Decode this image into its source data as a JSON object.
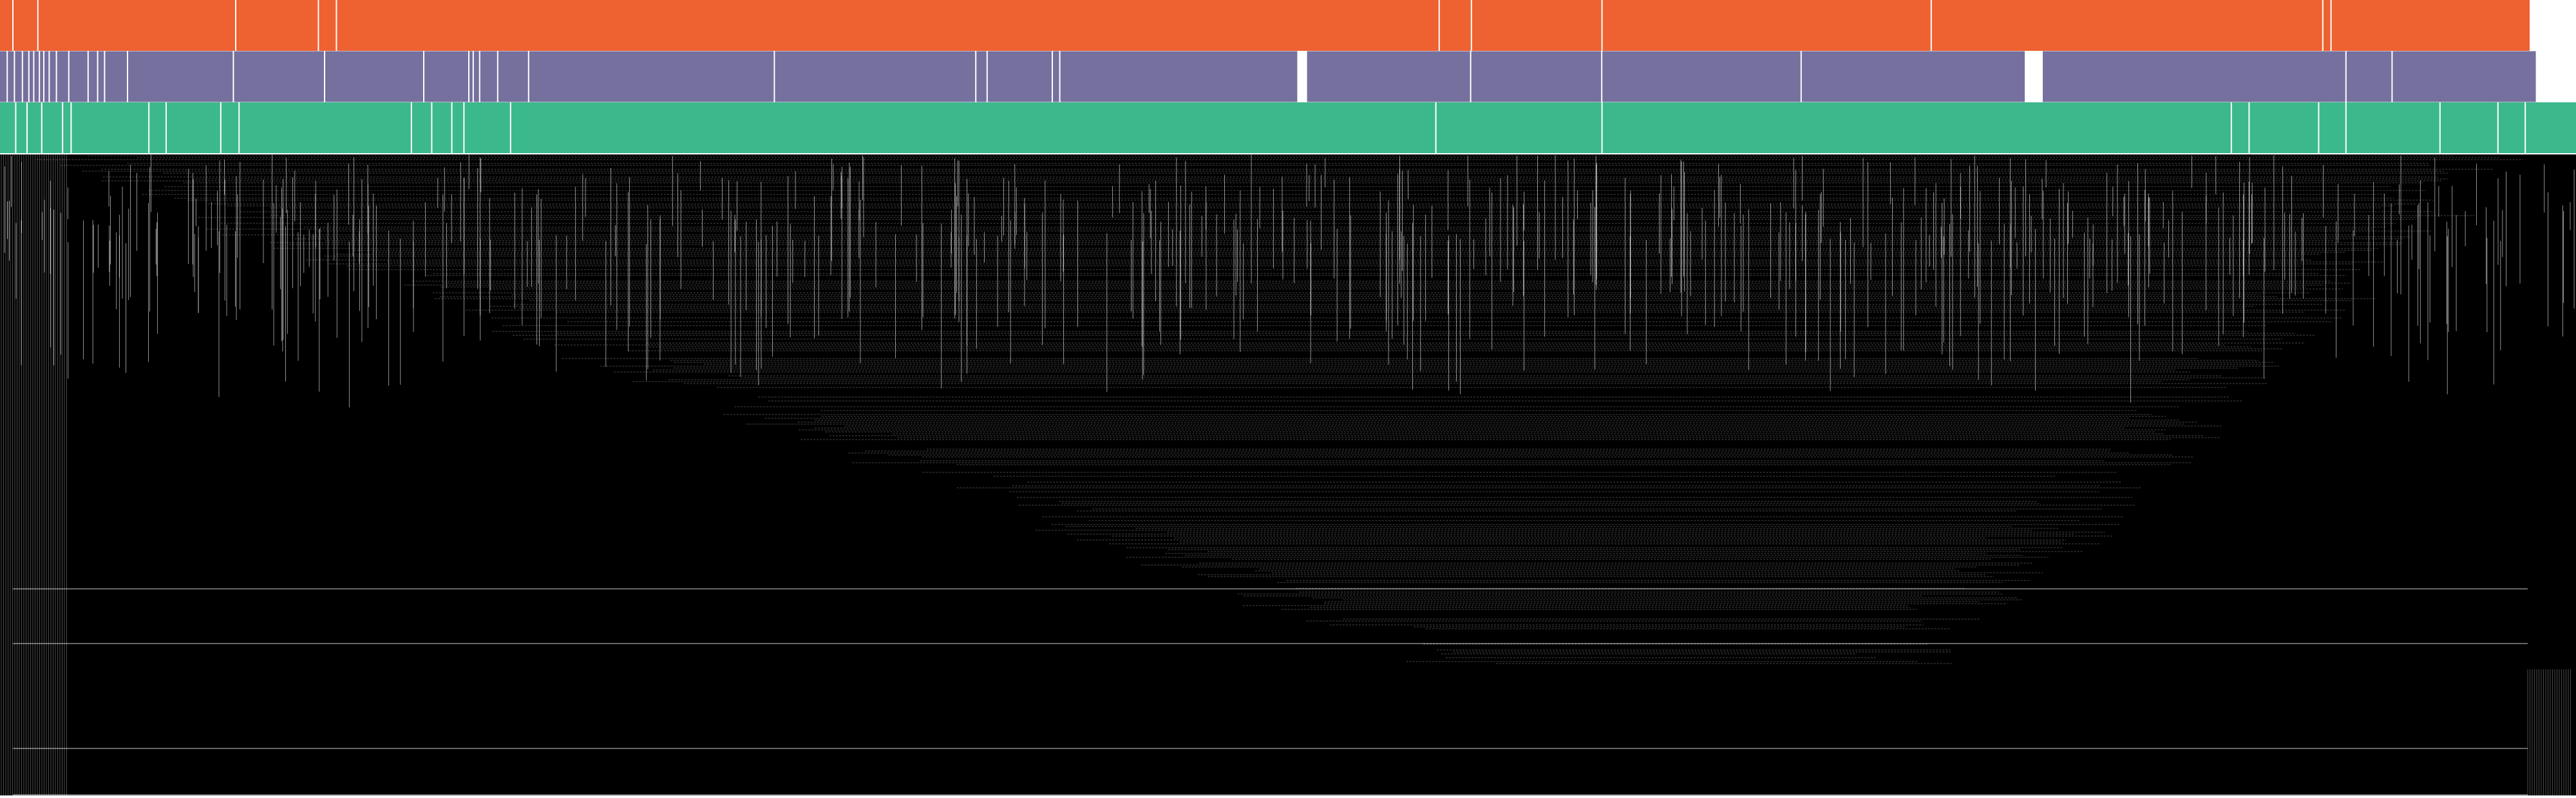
{
  "figure": {
    "kind": "stacked category bands over a dense line field",
    "colors": {
      "background": "#ffffff",
      "band_1": "#ee6131",
      "band_2": "#76709e",
      "band_3": "#3cb98c",
      "lines": "#000000",
      "dividers": "#ffffff"
    }
  },
  "bands": [
    {
      "color": "#ee6131",
      "extent": 0.982,
      "dividers": [
        0.005,
        0.0147,
        0.0915,
        0.1236,
        0.1306,
        0.5587,
        0.5712,
        0.6219,
        0.7497,
        0.9017,
        0.9049
      ]
    },
    {
      "color": "#76709e",
      "extent": 0.9844,
      "dividers": [
        0.0028,
        0.0056,
        0.0087,
        0.0112,
        0.0131,
        0.0153,
        0.017,
        0.0191,
        0.0219,
        0.0267,
        0.0342,
        0.0379,
        0.0406,
        0.0495,
        0.0906,
        0.126,
        0.1645,
        0.182,
        0.1837,
        0.1862,
        0.1932,
        0.2052,
        0.3006,
        0.3788,
        0.3832,
        0.4085,
        0.4114,
        0.5051,
        0.5709,
        0.6218,
        0.6992,
        0.7879,
        0.7915,
        0.9107,
        0.9286
      ],
      "gaps": [
        [
          0.5036,
          0.5074
        ],
        [
          0.786,
          0.793
        ]
      ]
    },
    {
      "color": "#3cb98c",
      "extent": 1.0,
      "dividers": [
        0.0061,
        0.0105,
        0.0162,
        0.0243,
        0.0276,
        0.0578,
        0.0645,
        0.0857,
        0.0928,
        0.1597,
        0.1676,
        0.1754,
        0.1801,
        0.1982,
        0.5574,
        0.6219,
        0.8662,
        0.8731,
        0.9001,
        0.9107,
        0.9472,
        0.9697,
        0.9803
      ]
    }
  ]
}
